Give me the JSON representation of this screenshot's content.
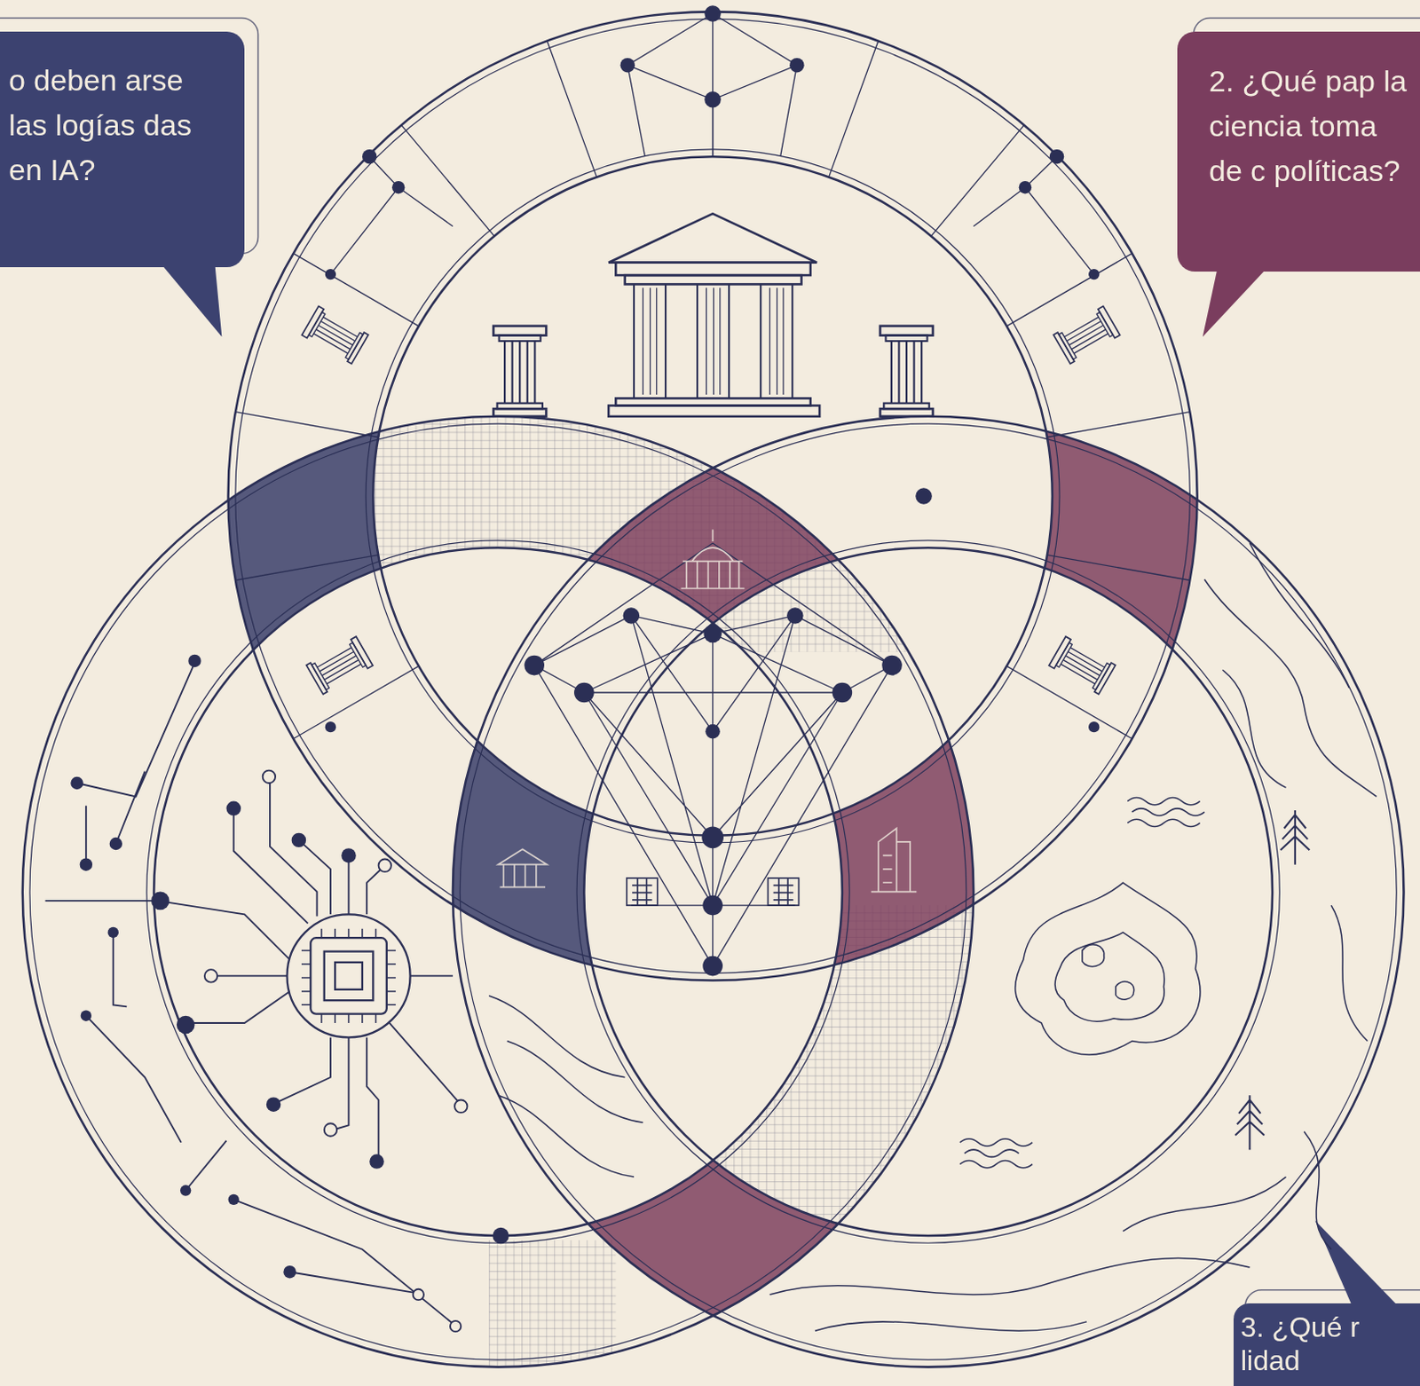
{
  "diagram": {
    "nodes": [
      {
        "text": [
          "o deben arse las logías das en IA?"
        ]
      },
      {
        "text": [
          "2. ¿Qué pap la ciencia toma de c políticas?"
        ]
      },
      {
        "text": [
          "3. ¿Qué r lidad"
        ]
      }
    ]
  }
}
